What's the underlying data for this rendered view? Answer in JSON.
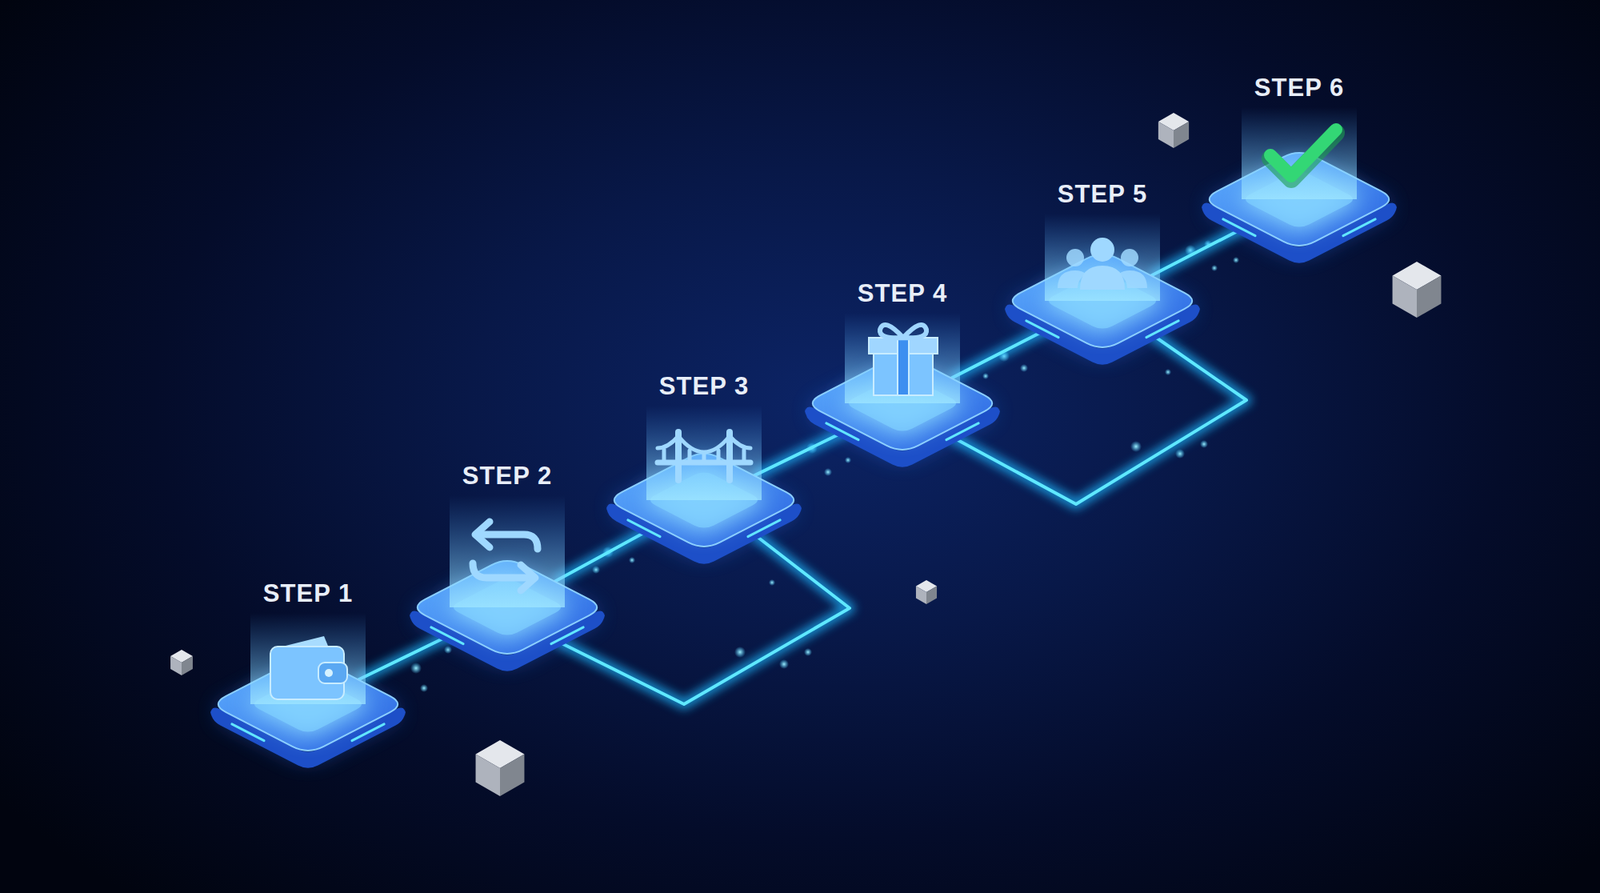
{
  "diagram": {
    "nodes": [
      {
        "text": [
          "STEP 1"
        ]
      },
      {
        "text": [
          "STEP 2"
        ]
      },
      {
        "text": [
          "STEP 3"
        ]
      },
      {
        "text": [
          "STEP 4"
        ]
      },
      {
        "text": [
          "STEP 5"
        ]
      },
      {
        "text": [
          "STEP 6"
        ]
      }
    ],
    "edges": [
      {
        "from": 0,
        "to": 1,
        "arrow": "none"
      },
      {
        "from": 1,
        "to": 2,
        "arrow": "none"
      },
      {
        "from": 2,
        "to": 3,
        "arrow": "none"
      },
      {
        "from": 3,
        "to": 4,
        "arrow": "none"
      },
      {
        "from": 4,
        "to": 5,
        "arrow": "none"
      },
      {
        "from": 1,
        "to": 2,
        "arrow": "none"
      },
      {
        "from": 3,
        "to": 4,
        "arrow": "none"
      }
    ]
  }
}
